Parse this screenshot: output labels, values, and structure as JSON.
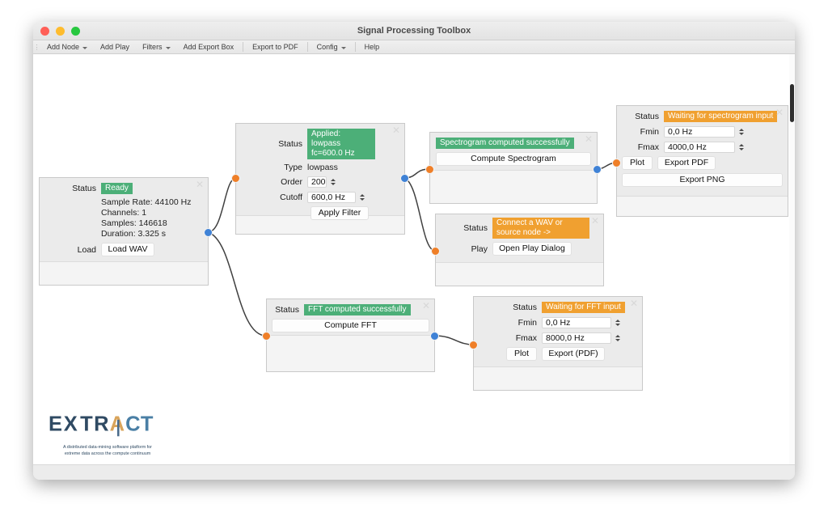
{
  "window": {
    "title": "Signal Processing Toolbox",
    "traffic_lights": [
      "close",
      "minimize",
      "zoom"
    ]
  },
  "menubar": {
    "items": [
      {
        "label": "Add Node",
        "has_dropdown": true
      },
      {
        "label": "Add Play",
        "has_dropdown": false
      },
      {
        "label": "Filters",
        "has_dropdown": true
      },
      {
        "label": "Add Export Box",
        "has_dropdown": false
      },
      {
        "separator_before": true,
        "label": "Export to PDF",
        "has_dropdown": false
      },
      {
        "separator_before": true,
        "label": "Config",
        "has_dropdown": true
      },
      {
        "separator_before": true,
        "label": "Help",
        "has_dropdown": false
      }
    ]
  },
  "nodes": {
    "wav_source": {
      "status_label": "Status",
      "status_value": "Ready",
      "status_color": "#4caf78",
      "info": [
        "Sample Rate: 44100 Hz",
        "Channels: 1",
        "Samples: 146618",
        "Duration: 3.325 s"
      ],
      "load_label": "Load",
      "load_button": "Load WAV"
    },
    "filter": {
      "status_label": "Status",
      "status_value": "Applied: lowpass fc=600.0 Hz",
      "status_color": "#4caf78",
      "type_label": "Type",
      "type_value": "lowpass",
      "order_label": "Order",
      "order_value": "200",
      "cutoff_label": "Cutoff",
      "cutoff_value": "600,0 Hz",
      "apply_button": "Apply Filter"
    },
    "spectrogram": {
      "status_value": "Spectrogram computed successfully",
      "status_color": "#4caf78",
      "compute_button": "Compute Spectrogram"
    },
    "spectrogram_export": {
      "status_label": "Status",
      "status_value": "Waiting for spectrogram input",
      "status_color": "#f0a030",
      "fmin_label": "Fmin",
      "fmin_value": "0,0 Hz",
      "fmax_label": "Fmax",
      "fmax_value": "4000,0 Hz",
      "plot_button": "Plot",
      "export_pdf_button": "Export PDF",
      "export_png_button": "Export PNG"
    },
    "play": {
      "status_label": "Status",
      "status_value": "Connect a WAV or source node ->",
      "status_color": "#f0a030",
      "play_label": "Play",
      "play_button": "Open Play Dialog"
    },
    "fft": {
      "status_label": "Status",
      "status_value": "FFT computed successfully",
      "status_color": "#4caf78",
      "compute_button": "Compute FFT"
    },
    "fft_export": {
      "status_label": "Status",
      "status_value": "Waiting for FFT input",
      "status_color": "#f0a030",
      "fmin_label": "Fmin",
      "fmin_value": "0,0 Hz",
      "fmax_label": "Fmax",
      "fmax_value": "8000,0 Hz",
      "plot_button": "Plot",
      "export_pdf_button": "Export (PDF)"
    }
  },
  "logo": {
    "wordmark": "EXTRACT",
    "tagline_line1": "A distributed data-mining software platform for",
    "tagline_line2": "extreme data across the compute continuum"
  },
  "colors": {
    "port_input": "#ef7f28",
    "port_output": "#3f82d6",
    "status_ok": "#4caf78",
    "status_waiting": "#f0a030",
    "node_bg": "#ebebeb"
  }
}
